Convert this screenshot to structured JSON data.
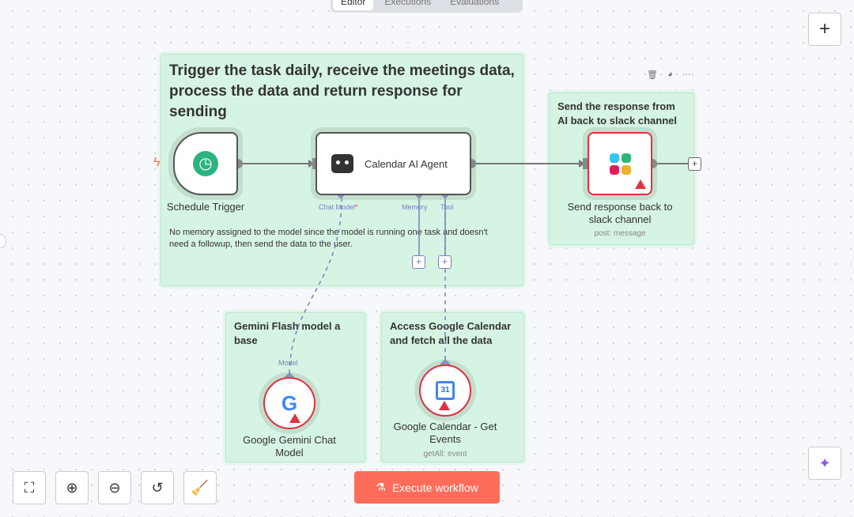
{
  "tabs": [
    "Editor",
    "Executions",
    "Evaluations"
  ],
  "stickies": {
    "main": "Trigger the task daily, receive the meetings data, process the data and return response for sending",
    "main_note": "No memory assigned to the model since the model is running one task and doesn't need a followup, then send the data to the user.",
    "slack": "Send the response from AI back to slack channel",
    "gemini": "Gemini Flash model a base",
    "calendar": "Access Google Calendar and fetch all the data"
  },
  "nodes": {
    "trigger": {
      "label": "Schedule Trigger"
    },
    "agent": {
      "label": "Calendar AI Agent",
      "handles": {
        "chat_model": "Chat Model",
        "required": "*",
        "memory": "Memory",
        "tool": "Tool"
      }
    },
    "slack": {
      "label": "Send response back to slack channel",
      "sub": "post: message"
    },
    "gemini": {
      "label": "Google Gemini Chat Model",
      "handle": "Model"
    },
    "gcal": {
      "label": "Google Calendar - Get Events",
      "sub": "getAll: event",
      "icon_text": "31"
    }
  },
  "toolbar": {
    "execute": "Execute workflow"
  },
  "colors": {
    "accent": "#ff6d5a",
    "sticky": "#d6f4e3",
    "error": "#e0323f",
    "handle": "#7b7fc0"
  }
}
